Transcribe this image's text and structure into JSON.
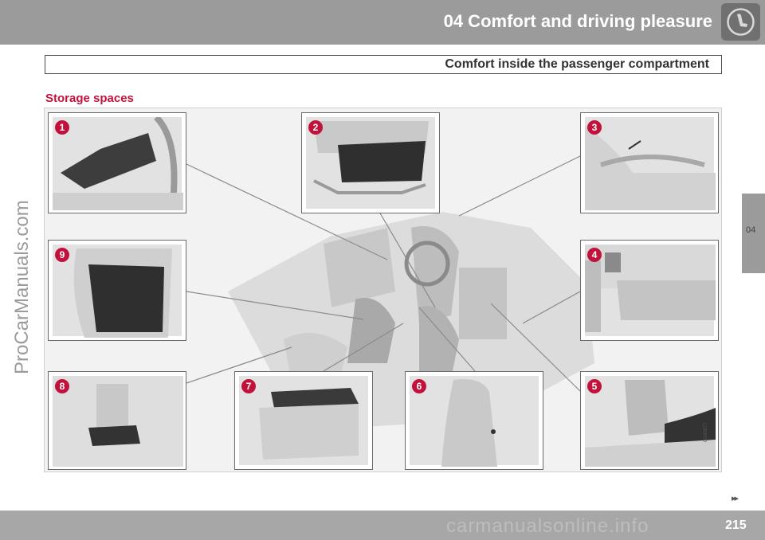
{
  "header": {
    "chapter_title": "04 Comfort and driving pleasure",
    "subtitle": "Comfort inside the passenger compartment"
  },
  "section": {
    "title": "Storage spaces"
  },
  "side_tab": {
    "label": "04"
  },
  "watermark": "ProCarManuals.com",
  "figure": {
    "code": "G045877",
    "callouts": [
      "1",
      "2",
      "3",
      "4",
      "5",
      "6",
      "7",
      "8",
      "9"
    ]
  },
  "footer": {
    "continue_marker": "▸▸",
    "page_number": "215",
    "watermark": "carmanualsonline.info"
  },
  "colors": {
    "accent": "#c2123c",
    "bar": "#9b9b9b"
  },
  "icons": [
    "seat-icon"
  ]
}
